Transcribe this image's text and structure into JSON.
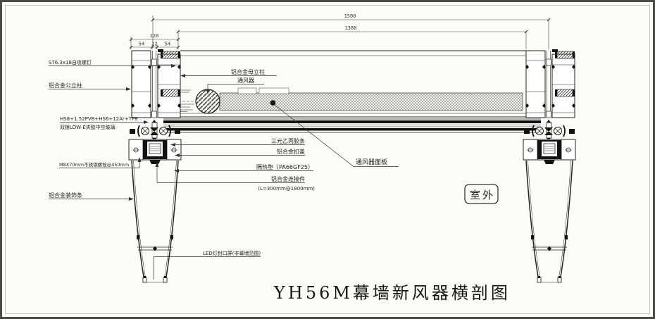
{
  "doc": {
    "title": "YH56M幕墙新风器横剖图",
    "outdoor_tag": "室外"
  },
  "dims": {
    "total": "1500",
    "inner": "1380",
    "mullion": "120",
    "sub": [
      "54",
      "12",
      "54"
    ]
  },
  "labels": {
    "screw": "ST6.3x18自攻螺钉",
    "male_mullion": "铝合金公立柱",
    "glass_spec_1": "HS8+1.52PVB+HS6+12Ar+TP8",
    "glass_spec_2": "双银LOW-E夹胶中空玻璃",
    "anchor_bolt": "M8X70mm不锈钢螺栓@450mm",
    "trim_strip": "铝合金装饰条",
    "female_mullion": "铝合金母立柱",
    "ventilator": "通风器",
    "epdm_gasket": "三元乙丙胶条",
    "snap_cover": "铝合金扣盖",
    "thermal_pad": "隔热垫（PA66GF25）",
    "connector_1": "铝合金连接件",
    "connector_2": "(L=300mm@1800mm)",
    "led_cover": "LED灯封口屏(非幕墙范围)",
    "vent_panel": "通风器面板"
  },
  "colors": {
    "line": "#2a2a2a",
    "dim_line": "#444444",
    "hatch": "#808078",
    "glass_fill": "#111111",
    "led_strip": "#b5b5b0",
    "paper": "#fbfbf8"
  }
}
